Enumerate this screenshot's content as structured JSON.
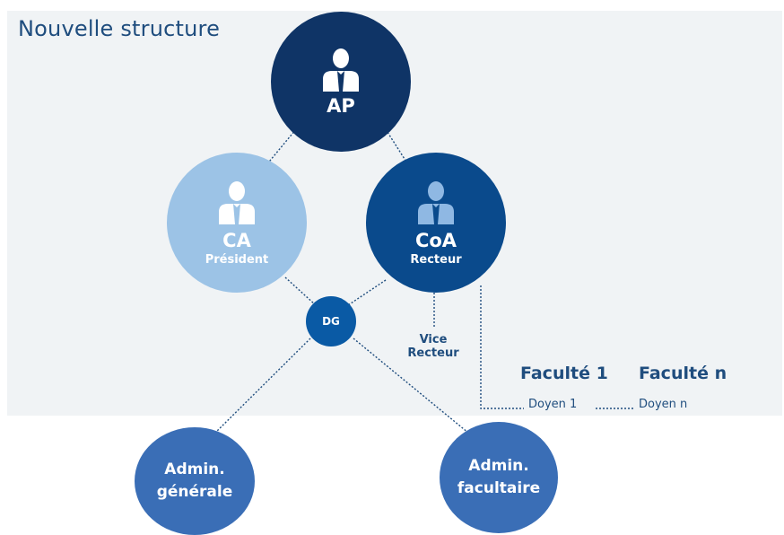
{
  "title": "Nouvelle structure",
  "nodes": {
    "ap": {
      "label": "AP",
      "color": "#0f3466"
    },
    "ca": {
      "label": "CA",
      "sublabel": "Président",
      "color": "#9cc3e6"
    },
    "coa": {
      "label": "CoA",
      "sublabel": "Recteur",
      "color": "#0a4a8c"
    },
    "dg": {
      "label": "DG",
      "color": "#0a5aa5"
    },
    "admin_generale": {
      "line1": "Admin.",
      "line2": "générale",
      "color": "#3a6eb6"
    },
    "admin_facultaire": {
      "line1": "Admin.",
      "line2": "facultaire",
      "color": "#3a6eb6"
    }
  },
  "vice_recteur": {
    "line1": "Vice",
    "line2": "Recteur"
  },
  "faculties": [
    {
      "title": "Faculté 1",
      "dean": "Doyen 1"
    },
    {
      "title": "Faculté n",
      "dean": "Doyen n"
    }
  ],
  "person_icon": "person-icon",
  "text_color": "#1f4d7e"
}
